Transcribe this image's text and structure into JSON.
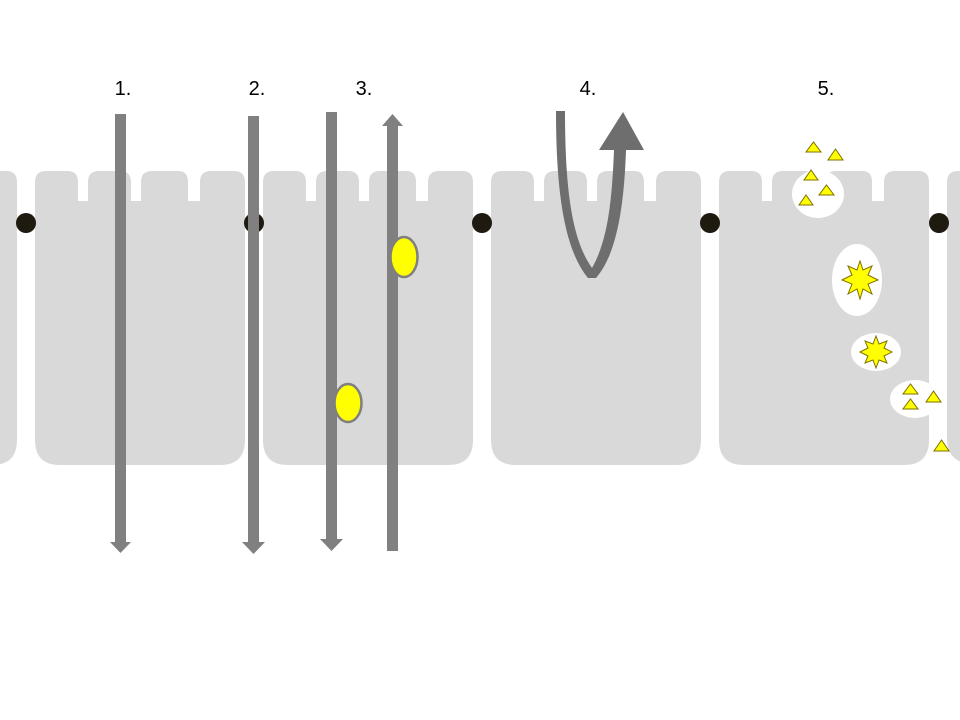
{
  "colors": {
    "background": "#ffffff",
    "cell": "#d9d9d9",
    "vesicle": "#ffffff",
    "junction": "#1f1a10",
    "arrow": "#808080",
    "arrow_dark": "#6e6e6e",
    "carrier_fill": "#ffff00",
    "carrier_stroke": "#7f7f7f",
    "particle_fill": "#ffff00",
    "particle_stroke": "#7f6f00"
  },
  "steps": [
    {
      "label": "1."
    },
    {
      "label": "2."
    },
    {
      "label": "3."
    },
    {
      "label": "4."
    },
    {
      "label": "5."
    }
  ],
  "icons": {
    "tight_junction": "filled-dot",
    "carrier": "yellow-ellipse",
    "burst": "yellow-starburst",
    "particle": "yellow-triangle"
  }
}
